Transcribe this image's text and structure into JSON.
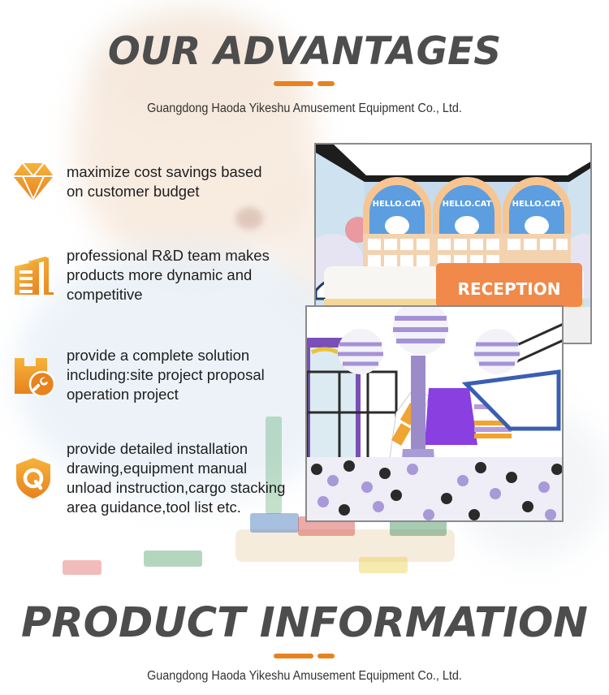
{
  "advantages": {
    "title": "OUR ADVANTAGES",
    "subtitle": "Guangdong Haoda Yikeshu Amusement Equipment Co., Ltd.",
    "accent_color": "#e8821e",
    "title_color": "#4d4d4d",
    "features": [
      {
        "icon": "diamond-icon",
        "text": "maximize cost savings based\non customer budget"
      },
      {
        "icon": "building-icon",
        "text": "professional R&D team makes\nproducts more dynamic and\ncompetitive"
      },
      {
        "icon": "package-wrench-icon",
        "text": "provide a complete solution\nincluding:site project proposal\noperation project"
      },
      {
        "icon": "shield-q-icon",
        "text": "provide detailed installation\ndrawing,equipment manual\nunload instruction,cargo stacking\narea guidance,tool list etc."
      }
    ]
  },
  "images": {
    "reception": {
      "sign": "RECEPTION",
      "arch_label": "HELLO.CAT"
    },
    "playground": {
      "description": "indoor playground with ball pit, slide and striped balloon tree"
    }
  },
  "product_information": {
    "title": "PRODUCT INFORMATION",
    "subtitle": "Guangdong Haoda Yikeshu Amusement Equipment Co., Ltd."
  }
}
